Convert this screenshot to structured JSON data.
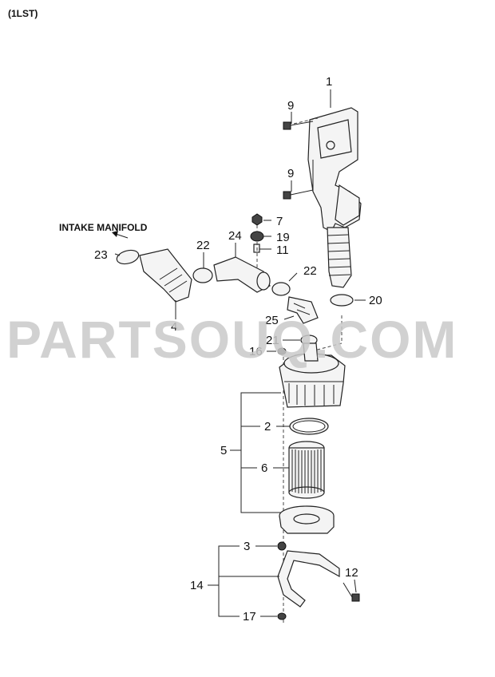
{
  "diagram": {
    "model_code": "(1LST)",
    "watermark": "PARTSOUQ.COM",
    "intake_label": "INTAKE MANIFOLD",
    "callouts": {
      "c1": "1",
      "c9a": "9",
      "c9b": "9",
      "c7": "7",
      "c24": "24",
      "c19": "19",
      "c22a": "22",
      "c11": "11",
      "c22b": "22",
      "c23": "23",
      "c20": "20",
      "c4": "4",
      "c25": "25",
      "c21": "21",
      "c16": "16",
      "c2": "2",
      "c5": "5",
      "c6": "6",
      "c3": "3",
      "c12": "12",
      "c14": "14",
      "c17": "17"
    }
  }
}
